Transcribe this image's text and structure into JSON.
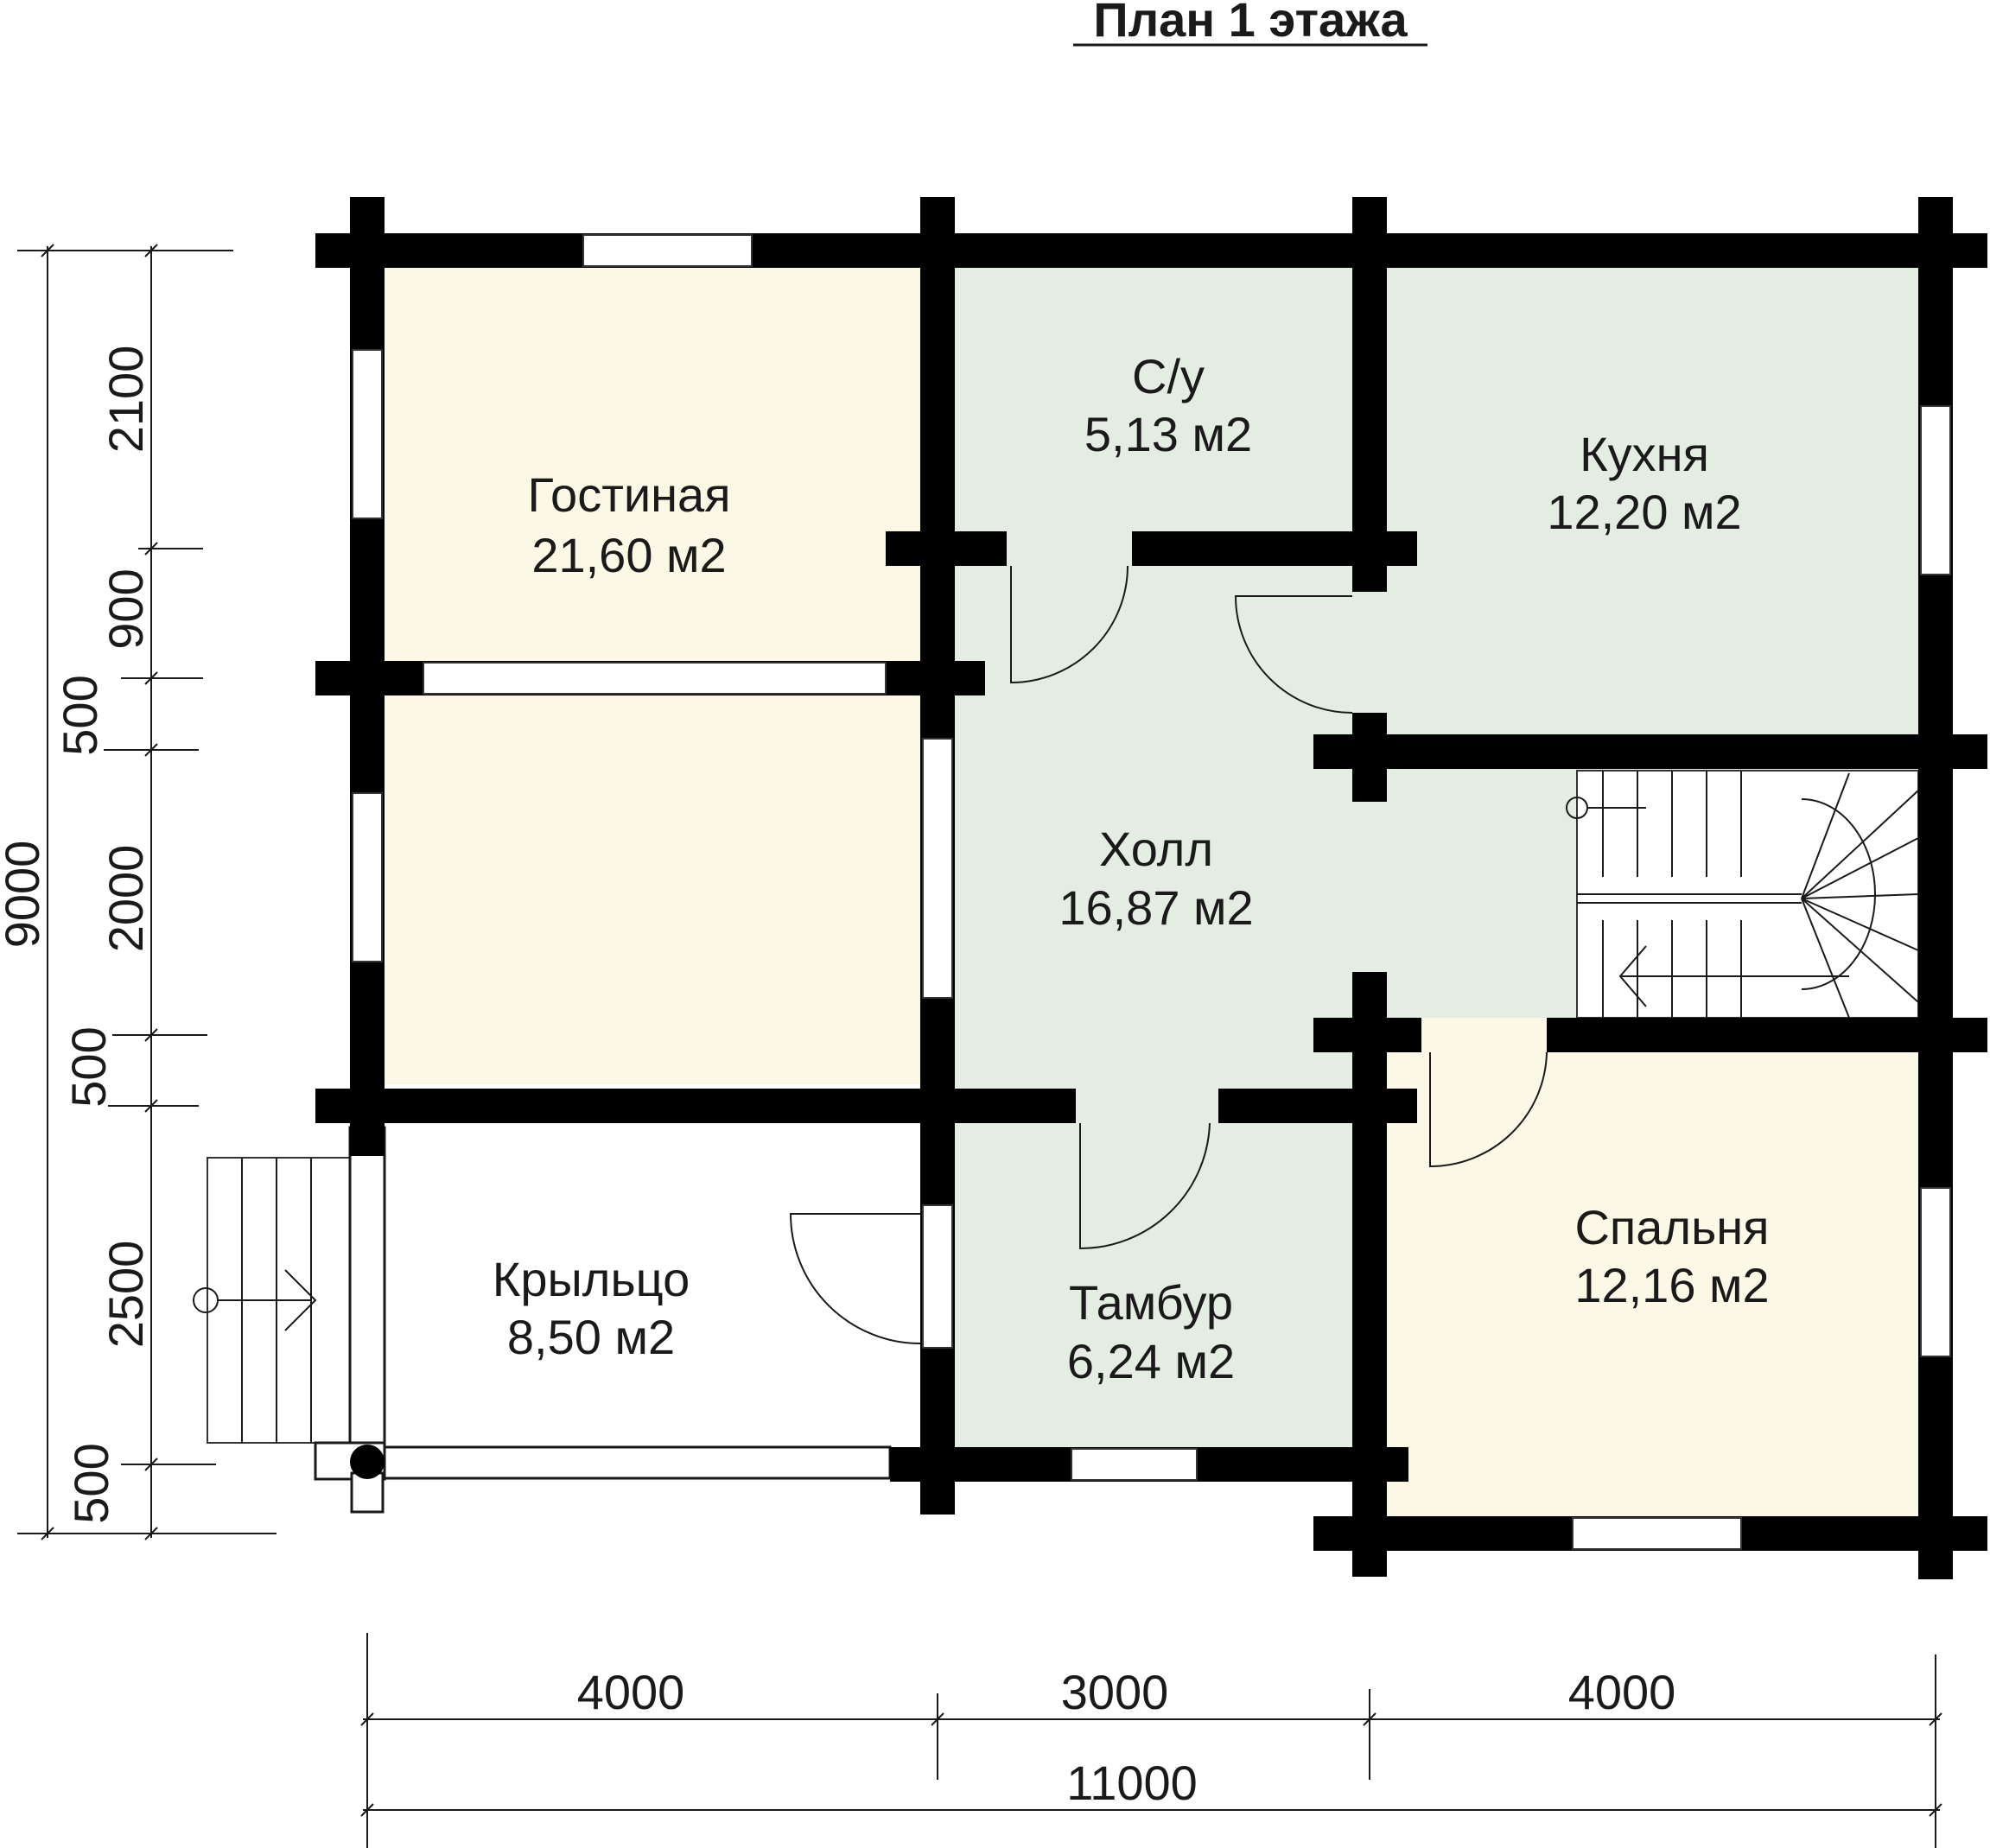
{
  "title": "План 1 этажа",
  "colors": {
    "wall": "#000000",
    "living_fill": "#fbf8e6",
    "service_fill": "#e3ede1",
    "porch_fill": "#ffffff"
  },
  "rooms": [
    {
      "name": "Гостиная",
      "area": "21,60 м2"
    },
    {
      "name": "С/у",
      "area": "5,13 м2"
    },
    {
      "name": "Кухня",
      "area": "12,20 м2"
    },
    {
      "name": "Холл",
      "area": "16,87 м2"
    },
    {
      "name": "Крыльцо",
      "area": "8,50 м2"
    },
    {
      "name": "Тамбур",
      "area": "6,24 м2"
    },
    {
      "name": "Спальня",
      "area": "12,16 м2"
    }
  ],
  "dimensions": {
    "vertical_total": "9000",
    "vertical_segments": [
      "2100",
      "900",
      "500",
      "2000",
      "500",
      "2500",
      "500"
    ],
    "horizontal_segments": [
      "4000",
      "3000",
      "4000"
    ],
    "horizontal_total": "11000"
  }
}
